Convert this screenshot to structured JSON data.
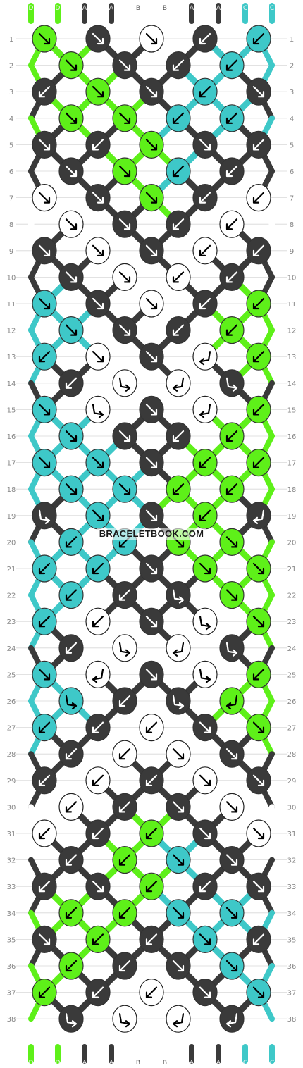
{
  "watermark": "BRACELETBOOK.COM",
  "string_labels": [
    "D",
    "D",
    "A",
    "A",
    "B",
    "B",
    "A",
    "A",
    "C",
    "C"
  ],
  "colors": {
    "A": "#3a3a3a",
    "B": "#ffffff",
    "C": "#3ec8c8",
    "D": "#5ef019"
  },
  "pattern_rows": [
    {
      "row": 1,
      "knots": [
        {
          "color": "D",
          "dir": "down-right"
        },
        {
          "color": "A",
          "dir": "down-right"
        },
        {
          "color": "B",
          "dir": "down-right"
        },
        {
          "color": "A",
          "dir": "down-left"
        },
        {
          "color": "C",
          "dir": "down-left"
        }
      ]
    },
    {
      "row": 2,
      "knots": [
        {
          "color": "D",
          "dir": "down-right"
        },
        {
          "color": "A",
          "dir": "down-right"
        },
        {
          "color": "A",
          "dir": "down-left"
        },
        {
          "color": "C",
          "dir": "down-left"
        }
      ]
    },
    {
      "row": 3,
      "knots": [
        {
          "color": "A",
          "dir": "down-left"
        },
        {
          "color": "D",
          "dir": "down-right"
        },
        {
          "color": "A",
          "dir": "down-right"
        },
        {
          "color": "C",
          "dir": "down-left"
        },
        {
          "color": "A",
          "dir": "down-right"
        }
      ]
    },
    {
      "row": 4,
      "knots": [
        {
          "color": "D",
          "dir": "down-right"
        },
        {
          "color": "D",
          "dir": "down-right"
        },
        {
          "color": "C",
          "dir": "down-left"
        },
        {
          "color": "C",
          "dir": "down-left"
        }
      ]
    },
    {
      "row": 5,
      "knots": [
        {
          "color": "A",
          "dir": "down-right"
        },
        {
          "color": "A",
          "dir": "down-left"
        },
        {
          "color": "D",
          "dir": "down-right"
        },
        {
          "color": "A",
          "dir": "down-right"
        },
        {
          "color": "A",
          "dir": "down-left"
        }
      ]
    },
    {
      "row": 6,
      "knots": [
        {
          "color": "A",
          "dir": "down-right"
        },
        {
          "color": "D",
          "dir": "down-right"
        },
        {
          "color": "C",
          "dir": "down-left"
        },
        {
          "color": "A",
          "dir": "down-left"
        }
      ]
    },
    {
      "row": 7,
      "knots": [
        {
          "color": "B",
          "dir": "down-right"
        },
        {
          "color": "A",
          "dir": "down-right"
        },
        {
          "color": "D",
          "dir": "down-right"
        },
        {
          "color": "A",
          "dir": "down-left"
        },
        {
          "color": "B",
          "dir": "down-left"
        }
      ]
    },
    {
      "row": 8,
      "knots": [
        {
          "color": "B",
          "dir": "down-right"
        },
        {
          "color": "A",
          "dir": "down-right"
        },
        {
          "color": "A",
          "dir": "down-left"
        },
        {
          "color": "B",
          "dir": "down-left"
        }
      ]
    },
    {
      "row": 9,
      "knots": [
        {
          "color": "A",
          "dir": "down-right"
        },
        {
          "color": "B",
          "dir": "down-right"
        },
        {
          "color": "A",
          "dir": "down-right"
        },
        {
          "color": "B",
          "dir": "down-left"
        },
        {
          "color": "A",
          "dir": "down-left"
        }
      ]
    },
    {
      "row": 10,
      "knots": [
        {
          "color": "A",
          "dir": "down-right"
        },
        {
          "color": "B",
          "dir": "down-right"
        },
        {
          "color": "B",
          "dir": "down-left"
        },
        {
          "color": "A",
          "dir": "down-left"
        }
      ]
    },
    {
      "row": 11,
      "knots": [
        {
          "color": "C",
          "dir": "down-right"
        },
        {
          "color": "A",
          "dir": "down-right"
        },
        {
          "color": "B",
          "dir": "down-right"
        },
        {
          "color": "A",
          "dir": "down-left"
        },
        {
          "color": "D",
          "dir": "down-left"
        }
      ]
    },
    {
      "row": 12,
      "knots": [
        {
          "color": "C",
          "dir": "down-right"
        },
        {
          "color": "A",
          "dir": "down-right"
        },
        {
          "color": "A",
          "dir": "down-left"
        },
        {
          "color": "D",
          "dir": "down-left"
        }
      ]
    },
    {
      "row": 13,
      "knots": [
        {
          "color": "C",
          "dir": "down-left"
        },
        {
          "color": "B",
          "dir": "down-right"
        },
        {
          "color": "A",
          "dir": "down-right"
        },
        {
          "color": "B",
          "dir": "left-down"
        },
        {
          "color": "D",
          "dir": "down-left"
        }
      ]
    },
    {
      "row": 14,
      "knots": [
        {
          "color": "A",
          "dir": "down-left"
        },
        {
          "color": "B",
          "dir": "right-down"
        },
        {
          "color": "B",
          "dir": "left-down"
        },
        {
          "color": "A",
          "dir": "right-down"
        }
      ]
    },
    {
      "row": 15,
      "knots": [
        {
          "color": "C",
          "dir": "down-right"
        },
        {
          "color": "B",
          "dir": "right-down"
        },
        {
          "color": "A",
          "dir": "down-right"
        },
        {
          "color": "B",
          "dir": "left-down"
        },
        {
          "color": "D",
          "dir": "down-left"
        }
      ]
    },
    {
      "row": 16,
      "knots": [
        {
          "color": "C",
          "dir": "down-right"
        },
        {
          "color": "A",
          "dir": "down-right"
        },
        {
          "color": "A",
          "dir": "down-left"
        },
        {
          "color": "D",
          "dir": "down-left"
        }
      ]
    },
    {
      "row": 17,
      "knots": [
        {
          "color": "C",
          "dir": "down-right"
        },
        {
          "color": "C",
          "dir": "down-right"
        },
        {
          "color": "A",
          "dir": "down-right"
        },
        {
          "color": "D",
          "dir": "down-left"
        },
        {
          "color": "D",
          "dir": "down-left"
        }
      ]
    },
    {
      "row": 18,
      "knots": [
        {
          "color": "C",
          "dir": "down-right"
        },
        {
          "color": "C",
          "dir": "down-right"
        },
        {
          "color": "D",
          "dir": "down-left"
        },
        {
          "color": "D",
          "dir": "down-left"
        }
      ]
    },
    {
      "row": 19,
      "knots": [
        {
          "color": "A",
          "dir": "right-down"
        },
        {
          "color": "C",
          "dir": "down-right"
        },
        {
          "color": "A",
          "dir": "down-right"
        },
        {
          "color": "D",
          "dir": "down-left"
        },
        {
          "color": "A",
          "dir": "left-down"
        }
      ]
    },
    {
      "row": 20,
      "knots": [
        {
          "color": "C",
          "dir": "down-left"
        },
        {
          "color": "C",
          "dir": "down-left"
        },
        {
          "color": "D",
          "dir": "down-right"
        },
        {
          "color": "D",
          "dir": "down-right"
        }
      ]
    },
    {
      "row": 21,
      "knots": [
        {
          "color": "C",
          "dir": "down-left"
        },
        {
          "color": "C",
          "dir": "down-left"
        },
        {
          "color": "A",
          "dir": "down-right"
        },
        {
          "color": "D",
          "dir": "down-right"
        },
        {
          "color": "D",
          "dir": "down-right"
        }
      ]
    },
    {
      "row": 22,
      "knots": [
        {
          "color": "C",
          "dir": "down-left"
        },
        {
          "color": "A",
          "dir": "down-left"
        },
        {
          "color": "A",
          "dir": "right-down"
        },
        {
          "color": "D",
          "dir": "down-right"
        }
      ]
    },
    {
      "row": 23,
      "knots": [
        {
          "color": "C",
          "dir": "down-left"
        },
        {
          "color": "B",
          "dir": "down-left"
        },
        {
          "color": "A",
          "dir": "down-right"
        },
        {
          "color": "B",
          "dir": "right-down"
        },
        {
          "color": "D",
          "dir": "down-right"
        }
      ]
    },
    {
      "row": 24,
      "knots": [
        {
          "color": "A",
          "dir": "down-left"
        },
        {
          "color": "B",
          "dir": "right-down"
        },
        {
          "color": "B",
          "dir": "left-down"
        },
        {
          "color": "A",
          "dir": "right-down"
        }
      ]
    },
    {
      "row": 25,
      "knots": [
        {
          "color": "C",
          "dir": "down-right"
        },
        {
          "color": "B",
          "dir": "left-down"
        },
        {
          "color": "A",
          "dir": "down-right"
        },
        {
          "color": "B",
          "dir": "right-down"
        },
        {
          "color": "D",
          "dir": "down-left"
        }
      ]
    },
    {
      "row": 26,
      "knots": [
        {
          "color": "C",
          "dir": "right-down"
        },
        {
          "color": "A",
          "dir": "down-left"
        },
        {
          "color": "A",
          "dir": "right-down"
        },
        {
          "color": "D",
          "dir": "left-down"
        }
      ]
    },
    {
      "row": 27,
      "knots": [
        {
          "color": "C",
          "dir": "down-left"
        },
        {
          "color": "A",
          "dir": "down-left"
        },
        {
          "color": "B",
          "dir": "down-left"
        },
        {
          "color": "A",
          "dir": "down-right"
        },
        {
          "color": "D",
          "dir": "down-right"
        }
      ]
    },
    {
      "row": 28,
      "knots": [
        {
          "color": "A",
          "dir": "down-left"
        },
        {
          "color": "B",
          "dir": "down-left"
        },
        {
          "color": "B",
          "dir": "down-right"
        },
        {
          "color": "A",
          "dir": "down-right"
        }
      ]
    },
    {
      "row": 29,
      "knots": [
        {
          "color": "A",
          "dir": "down-left"
        },
        {
          "color": "B",
          "dir": "down-left"
        },
        {
          "color": "A",
          "dir": "down-left"
        },
        {
          "color": "B",
          "dir": "down-right"
        },
        {
          "color": "A",
          "dir": "down-right"
        }
      ]
    },
    {
      "row": 30,
      "knots": [
        {
          "color": "B",
          "dir": "down-left"
        },
        {
          "color": "A",
          "dir": "down-left"
        },
        {
          "color": "A",
          "dir": "down-right"
        },
        {
          "color": "B",
          "dir": "down-right"
        }
      ]
    },
    {
      "row": 31,
      "knots": [
        {
          "color": "B",
          "dir": "down-left"
        },
        {
          "color": "A",
          "dir": "down-left"
        },
        {
          "color": "D",
          "dir": "down-left"
        },
        {
          "color": "A",
          "dir": "down-right"
        },
        {
          "color": "B",
          "dir": "down-right"
        }
      ]
    },
    {
      "row": 32,
      "knots": [
        {
          "color": "A",
          "dir": "down-left"
        },
        {
          "color": "D",
          "dir": "down-left"
        },
        {
          "color": "C",
          "dir": "down-right"
        },
        {
          "color": "A",
          "dir": "down-right"
        }
      ]
    },
    {
      "row": 33,
      "knots": [
        {
          "color": "A",
          "dir": "down-left"
        },
        {
          "color": "A",
          "dir": "down-right"
        },
        {
          "color": "D",
          "dir": "down-left"
        },
        {
          "color": "A",
          "dir": "down-left"
        },
        {
          "color": "A",
          "dir": "down-right"
        }
      ]
    },
    {
      "row": 34,
      "knots": [
        {
          "color": "D",
          "dir": "down-left"
        },
        {
          "color": "D",
          "dir": "down-left"
        },
        {
          "color": "C",
          "dir": "down-right"
        },
        {
          "color": "C",
          "dir": "down-right"
        }
      ]
    },
    {
      "row": 35,
      "knots": [
        {
          "color": "A",
          "dir": "down-right"
        },
        {
          "color": "D",
          "dir": "down-left"
        },
        {
          "color": "A",
          "dir": "down-left"
        },
        {
          "color": "C",
          "dir": "down-right"
        },
        {
          "color": "A",
          "dir": "down-left"
        }
      ]
    },
    {
      "row": 36,
      "knots": [
        {
          "color": "D",
          "dir": "down-left"
        },
        {
          "color": "A",
          "dir": "down-left"
        },
        {
          "color": "A",
          "dir": "down-right"
        },
        {
          "color": "C",
          "dir": "down-right"
        }
      ]
    },
    {
      "row": 37,
      "knots": [
        {
          "color": "D",
          "dir": "down-left"
        },
        {
          "color": "A",
          "dir": "down-left"
        },
        {
          "color": "B",
          "dir": "down-left"
        },
        {
          "color": "A",
          "dir": "down-right"
        },
        {
          "color": "C",
          "dir": "down-right"
        }
      ]
    },
    {
      "row": 38,
      "knots": [
        {
          "color": "A",
          "dir": "right-down"
        },
        {
          "color": "B",
          "dir": "right-down"
        },
        {
          "color": "B",
          "dir": "left-down"
        },
        {
          "color": "A",
          "dir": "left-down"
        }
      ]
    }
  ]
}
